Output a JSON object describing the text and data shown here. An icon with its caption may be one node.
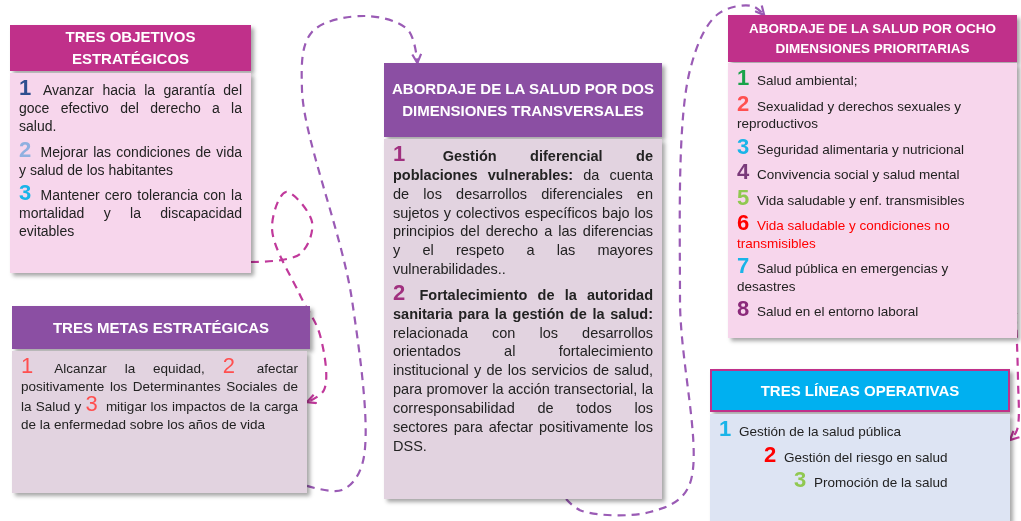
{
  "diagram": {
    "nodes": [
      {
        "text": [
          "TRES OBJETIVOS ESTRATÉGICOS"
        ]
      },
      {
        "text": [
          "**1** Avanzar hacia la garantía del goce efectivo del derecho a la salud.",
          "**2** Mejorar las condiciones de vida y salud de los habitantes",
          "**3** Mantener cero tolerancia con la mortalidad y la discapacidad evitables"
        ]
      },
      {
        "text": [
          "TRES METAS ESTRATÉGICAS"
        ]
      },
      {
        "text": [
          "**1** Alcanzar la equidad, **2** afectar positivamente los Determinantes Sociales de la Salud y **3** mitigar los impactos de la carga de la enfermedad sobre los años de vida"
        ]
      },
      {
        "text": [
          "ABORDAJE DE LA SALUD POR DOS DIMENSIONES TRANSVERSALES"
        ]
      },
      {
        "text": [
          "**1** **Gestión diferencial de poblaciones vulnerables:** da cuenta de los desarrollos diferenciales en sujetos y colectivos específicos bajo los principios del derecho a las diferencias y el respeto a las mayores vulnerabilidades..",
          "**2** **Fortalecimiento de la autoridad sanitaria para la gestión de la salud:** relacionada con los desarrollos orientados al fortalecimiento institucional y de los servicios de salud, para promover la acción transectorial, la corresponsabilidad de todos los sectores para afectar positivamente los DSS."
        ]
      },
      {
        "text": [
          "ABORDAJE DE LA SALUD POR OCHO DIMENSIONES PRIORITARIAS"
        ]
      },
      {
        "text": [
          "**1** Salud ambiental;",
          "**2** Sexualidad y derechos sexuales y reproductivos",
          "**3** Seguridad alimentaria y nutricional",
          "**4** Convivencia social y salud mental",
          "**5** Vida saludable y enf. transmisibles",
          "**6** Vida saludable y condiciones no transmisibles",
          "**7** Salud pública en emergencias y desastres",
          "**8** Salud en el entorno laboral"
        ]
      },
      {
        "text": [
          "TRES LÍNEAS OPERATIVAS"
        ]
      },
      {
        "text": [
          "**1** Gestión de la salud pública",
          "**2** Gestión del riesgo en salud",
          "**3** Promoción de la salud"
        ]
      }
    ],
    "edges": [
      {
        "from": 1,
        "to": 3,
        "arrow": "to",
        "style": "dashed",
        "color": "#c0399b"
      },
      {
        "from": 3,
        "to": 4,
        "arrow": "to",
        "style": "dashed",
        "color": "#9a5bb5"
      },
      {
        "from": 5,
        "to": 6,
        "arrow": "to",
        "style": "dashed",
        "color": "#9a5bb5"
      },
      {
        "from": 7,
        "to": 9,
        "arrow": "to",
        "style": "dashed",
        "color": "#c0399b"
      }
    ]
  }
}
